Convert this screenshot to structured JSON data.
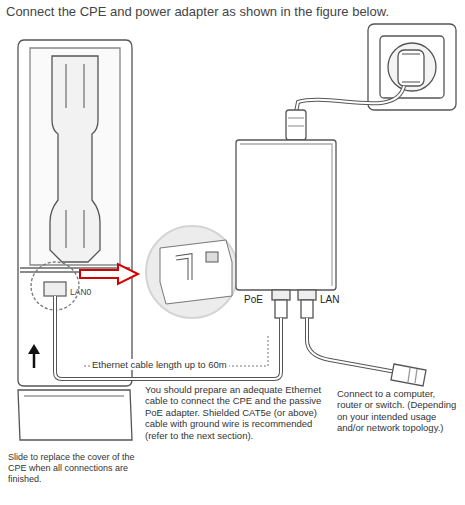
{
  "diagram": {
    "title": "Connect the CPE and power adapter as shown in the figure below.",
    "labels": [
      "LAN0",
      "PoE",
      "LAN",
      "Ethernet cable length up to 60m",
      "You should prepare an adequate Ethernet cable to connect the CPE and the passive PoE adapter. Shielded CAT5e (or above) cable with ground wire is recommended (refer to the next section).",
      "Connect to a computer, router or switch. (Depending on your intended usage and/or network topology.)",
      "Slide to replace the cover of the CPE when all connections are finished."
    ]
  }
}
